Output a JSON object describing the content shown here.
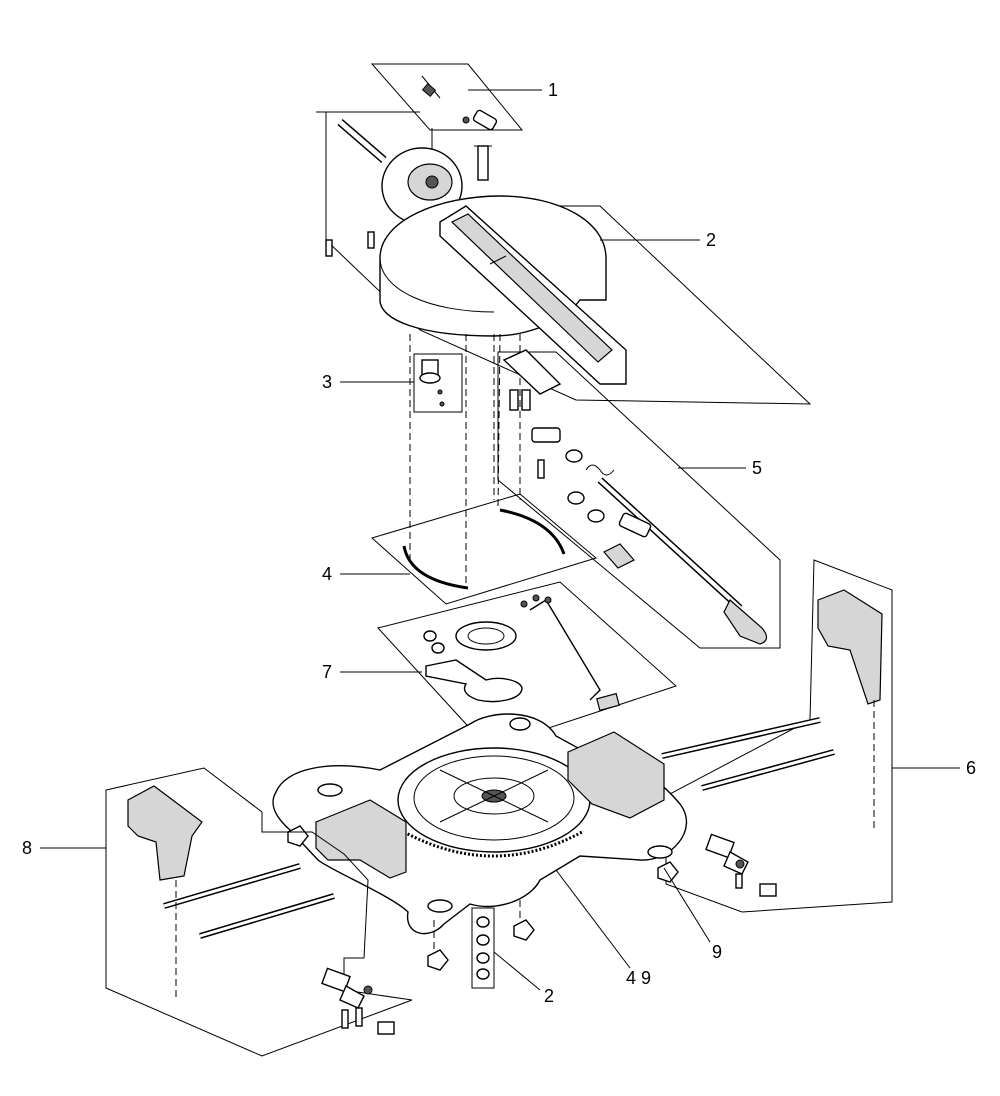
{
  "callouts": [
    {
      "id": "callout-1",
      "text": "1"
    },
    {
      "id": "callout-2-top",
      "text": "2"
    },
    {
      "id": "callout-3",
      "text": "3"
    },
    {
      "id": "callout-5",
      "text": "5"
    },
    {
      "id": "callout-4",
      "text": "4"
    },
    {
      "id": "callout-7",
      "text": "7"
    },
    {
      "id": "callout-6",
      "text": "6"
    },
    {
      "id": "callout-8",
      "text": "8"
    },
    {
      "id": "callout-9",
      "text": "9"
    },
    {
      "id": "callout-49",
      "text": "4 9"
    },
    {
      "id": "callout-2-bottom",
      "text": "2"
    }
  ]
}
